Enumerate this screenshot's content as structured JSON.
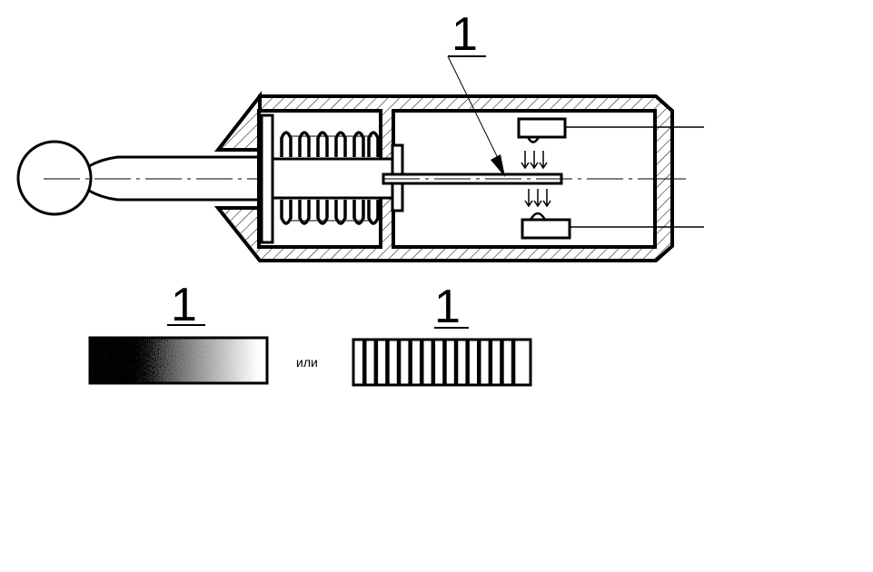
{
  "diagram": {
    "callout_main": "1",
    "callout_left": "1",
    "callout_right": "1",
    "separator_word": "или"
  },
  "colors": {
    "stroke": "#000000",
    "background": "#ffffff"
  }
}
